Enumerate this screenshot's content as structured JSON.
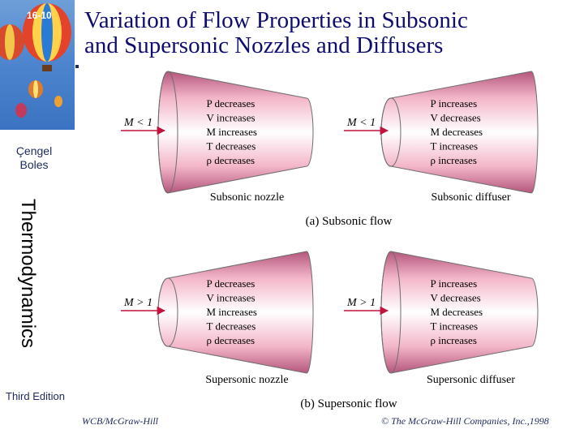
{
  "slide": {
    "number": "16-10",
    "title_line1": "Variation of Flow Properties in Subsonic",
    "title_line2": "and Supersonic Nozzles and Diffusers",
    "authors_line1": "Çengel",
    "authors_line2": "Boles",
    "book": "Thermodynamics",
    "edition": "Third Edition",
    "footer_left": "WCB/McGraw-Hill",
    "footer_right": "© The McGraw-Hill Companies, Inc.,1998"
  },
  "colors": {
    "title": "#0e0e70",
    "duct_rim": "#b5567c",
    "duct_core": "#ffffff",
    "arrow": "#c0143c"
  },
  "panels": [
    {
      "caption": "(a) Subsonic flow",
      "devices": [
        {
          "label": "Subsonic nozzle",
          "inlet": "M < 1",
          "lines": [
            "P decreases",
            "V increases",
            "M increases",
            "T decreases",
            "ρ decreases"
          ]
        },
        {
          "label": "Subsonic diffuser",
          "inlet": "M < 1",
          "lines": [
            "P increases",
            "V decreases",
            "M decreases",
            "T increases",
            "ρ increases"
          ]
        }
      ]
    },
    {
      "caption": "(b) Supersonic flow",
      "devices": [
        {
          "label": "Supersonic nozzle",
          "inlet": "M > 1",
          "lines": [
            "P decreases",
            "V increases",
            "M increases",
            "T decreases",
            "ρ decreases"
          ]
        },
        {
          "label": "Supersonic diffuser",
          "inlet": "M > 1",
          "lines": [
            "P increases",
            "V decreases",
            "M decreases",
            "T increases",
            "ρ increases"
          ]
        }
      ]
    }
  ]
}
